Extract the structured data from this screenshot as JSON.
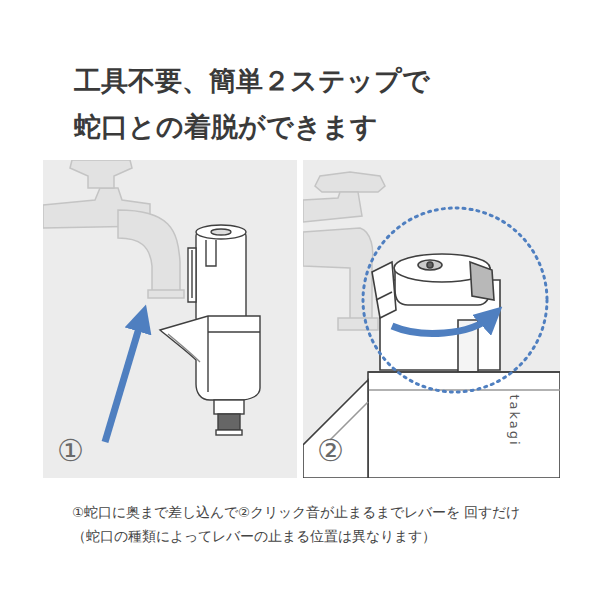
{
  "diagram": {
    "title": "工具不要、簡単２ステップで 蛇口との着脱ができます",
    "caption": "①蛇口に奥まで差し込んで②クリック音が止まるまでレバーを 回すだけ（蛇口の種類によってレバーの止まる位置は異なります）",
    "nodes": [
      {
        "text": [
          "①"
        ]
      },
      {
        "text": [
          "②"
        ]
      }
    ],
    "labels": [
      "takagi"
    ]
  }
}
